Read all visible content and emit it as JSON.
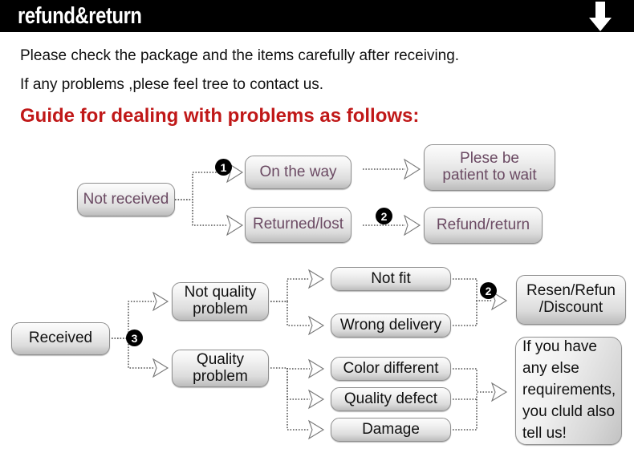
{
  "header": {
    "title": "refund&return",
    "arrow_icon": "arrow-down-icon"
  },
  "intro": {
    "line1": "Please check the package and the items carefully after receiving.",
    "line2": "If any problems ,plese feel tree to contact us.",
    "heading": "Guide for dealing with problems as follows:"
  },
  "colors": {
    "header_bg": "#000000",
    "header_text": "#ffffff",
    "heading_red": "#c01818",
    "box_text_purple": "#6b4a63",
    "box_text_black": "#111111",
    "box_border": "#8f8f8f",
    "badge_bg": "#000000"
  },
  "flow_top": {
    "badges": [
      "1",
      "2"
    ],
    "boxes": [
      {
        "id": "not-received",
        "label": "Not received"
      },
      {
        "id": "on-the-way",
        "label": "On the way"
      },
      {
        "id": "returned-lost",
        "label": "Returned/lost"
      },
      {
        "id": "plese-be-patient",
        "label": "Plese be\npatient to wait"
      },
      {
        "id": "refund-return",
        "label": "Refund/return"
      }
    ]
  },
  "flow_bottom": {
    "badges": [
      "3",
      "2"
    ],
    "boxes": [
      {
        "id": "received",
        "label": "Received"
      },
      {
        "id": "not-quality-problem",
        "label": "Not quality\nproblem"
      },
      {
        "id": "quality-problem",
        "label": "Quality\nproblem"
      },
      {
        "id": "not-fit",
        "label": "Not fit"
      },
      {
        "id": "wrong-delivery",
        "label": "Wrong delivery"
      },
      {
        "id": "color-different",
        "label": "Color different"
      },
      {
        "id": "quality-defect",
        "label": "Quality defect"
      },
      {
        "id": "damage",
        "label": "Damage"
      },
      {
        "id": "resend-refund-discount",
        "label": "Resen/Refun\n/Discount"
      },
      {
        "id": "note",
        "label": "If you have any else requirements, you cluld also tell us!"
      }
    ]
  }
}
